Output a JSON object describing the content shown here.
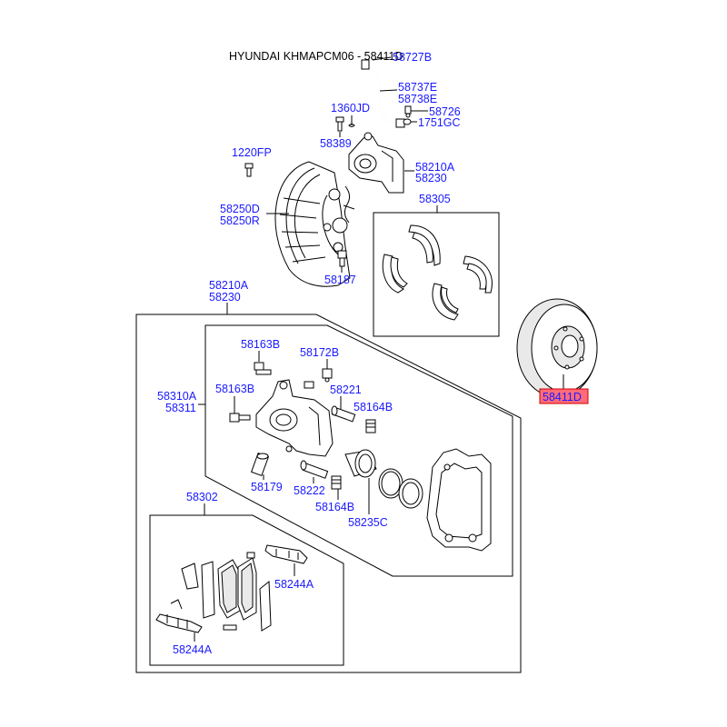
{
  "title": "HYUNDAI KHMAPCM06 - 58411D",
  "highlight_color": "#ff6b7a",
  "text_color": "#1a1aff",
  "labels": {
    "p58727B": "58727B",
    "p58737E": "58737E",
    "p58738E": "58738E",
    "p1360JD": "1360JD",
    "p58726": "58726",
    "p1751GC": "1751GC",
    "p58389": "58389",
    "p1220FP": "1220FP",
    "p58210A_top": "58210A",
    "p58230_top": "58230",
    "p58250D": "58250D",
    "p58250R": "58250R",
    "p58305": "58305",
    "p58187": "58187",
    "p58210A_mid": "58210A",
    "p58230_mid": "58230",
    "p58163B_a": "58163B",
    "p58172B": "58172B",
    "p58310A": "58310A",
    "p58311": "58311",
    "p58163B_b": "58163B",
    "p58221": "58221",
    "p58164B_a": "58164B",
    "p58411D": "58411D",
    "p58179": "58179",
    "p58222": "58222",
    "p58164B_b": "58164B",
    "p58235C": "58235C",
    "p58302": "58302",
    "p58244A_a": "58244A",
    "p58244A_b": "58244A"
  }
}
